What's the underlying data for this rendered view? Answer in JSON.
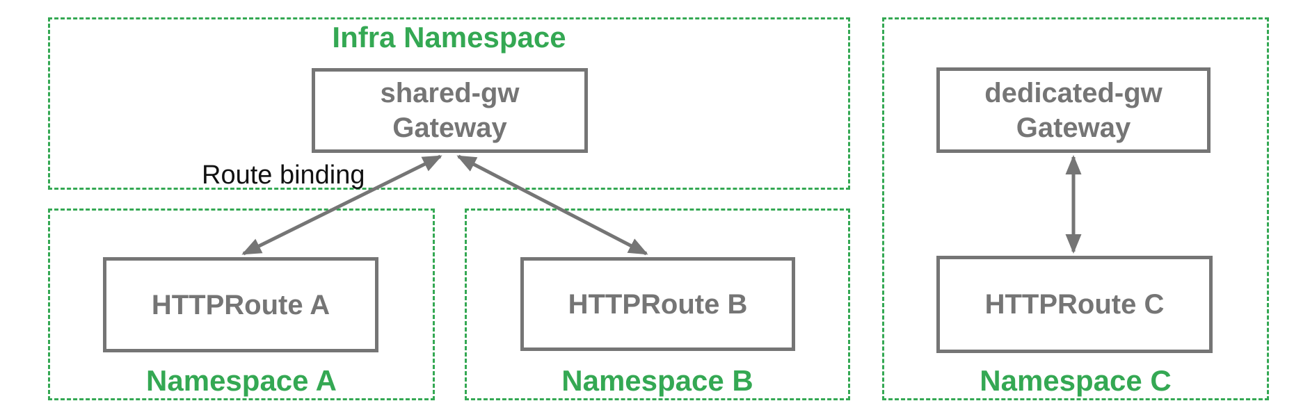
{
  "colors": {
    "green": "#34a853",
    "gray": "#757575",
    "annotation_text": "#111111",
    "background": "#ffffff"
  },
  "infra_namespace": {
    "label": "Infra Namespace"
  },
  "namespace_a": {
    "label": "Namespace A"
  },
  "namespace_b": {
    "label": "Namespace B"
  },
  "namespace_c": {
    "label": "Namespace C"
  },
  "nodes": {
    "shared_gw": {
      "line1": "shared-gw",
      "line2": "Gateway"
    },
    "dedicated_gw": {
      "line1": "dedicated-gw",
      "line2": "Gateway"
    },
    "http_route_a": {
      "label": "HTTPRoute A"
    },
    "http_route_b": {
      "label": "HTTPRoute B"
    },
    "http_route_c": {
      "label": "HTTPRoute C"
    }
  },
  "annotations": {
    "route_binding": "Route binding"
  },
  "connectors": [
    {
      "from": "HTTPRoute A",
      "to": "shared-gw Gateway",
      "type": "double-headed-arrow",
      "meaning": "Route binding"
    },
    {
      "from": "HTTPRoute B",
      "to": "shared-gw Gateway",
      "type": "double-headed-arrow",
      "meaning": "Route binding"
    },
    {
      "from": "HTTPRoute C",
      "to": "dedicated-gw Gateway",
      "type": "double-headed-arrow",
      "meaning": "Route binding"
    }
  ]
}
